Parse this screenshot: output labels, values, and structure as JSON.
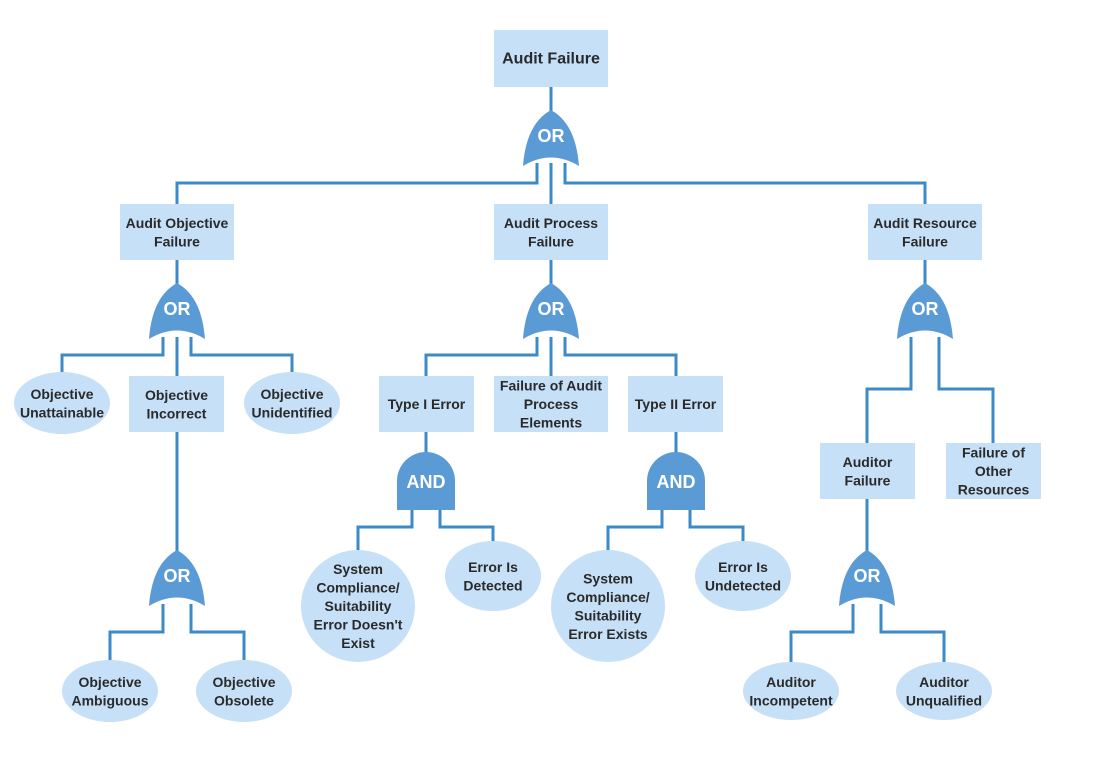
{
  "nodes": {
    "audit_failure": [
      "Audit Failure"
    ],
    "audit_objective_failure": [
      "Audit Objective",
      "Failure"
    ],
    "audit_process_failure": [
      "Audit Process",
      "Failure"
    ],
    "audit_resource_failure": [
      "Audit Resource",
      "Failure"
    ],
    "objective_unattainable": [
      "Objective",
      "Unattainable"
    ],
    "objective_incorrect": [
      "Objective",
      "Incorrect"
    ],
    "objective_unidentified": [
      "Objective",
      "Unidentified"
    ],
    "objective_ambiguous": [
      "Objective",
      "Ambiguous"
    ],
    "objective_obsolete": [
      "Objective",
      "Obsolete"
    ],
    "type_i_error": [
      "Type I Error"
    ],
    "failure_of_audit_process_elements": [
      "Failure of Audit",
      "Process",
      "Elements"
    ],
    "type_ii_error": [
      "Type II Error"
    ],
    "compliance_error_doesnt_exist": [
      "System",
      "Compliance/",
      "Suitability",
      "Error Doesn't",
      "Exist"
    ],
    "error_is_detected": [
      "Error Is",
      "Detected"
    ],
    "compliance_error_exists": [
      "System",
      "Compliance/",
      "Suitability",
      "Error Exists"
    ],
    "error_is_undetected": [
      "Error Is",
      "Undetected"
    ],
    "auditor_failure": [
      "Auditor",
      "Failure"
    ],
    "failure_of_other_resources": [
      "Failure of",
      "Other",
      "Resources"
    ],
    "auditor_incompetent": [
      "Auditor",
      "Incompetent"
    ],
    "auditor_unqualified": [
      "Auditor",
      "Unqualified"
    ]
  },
  "gates": {
    "or_top": "OR",
    "or_objective": "OR",
    "or_process": "OR",
    "or_resource": "OR",
    "or_incorrect": "OR",
    "and_type_i": "AND",
    "and_type_ii": "AND",
    "or_auditor": "OR"
  },
  "colors": {
    "node_fill": "#c6e0f7",
    "gate_fill": "#5b9bd5",
    "connector": "#3d8ac8",
    "text": "#2a2a2a"
  }
}
